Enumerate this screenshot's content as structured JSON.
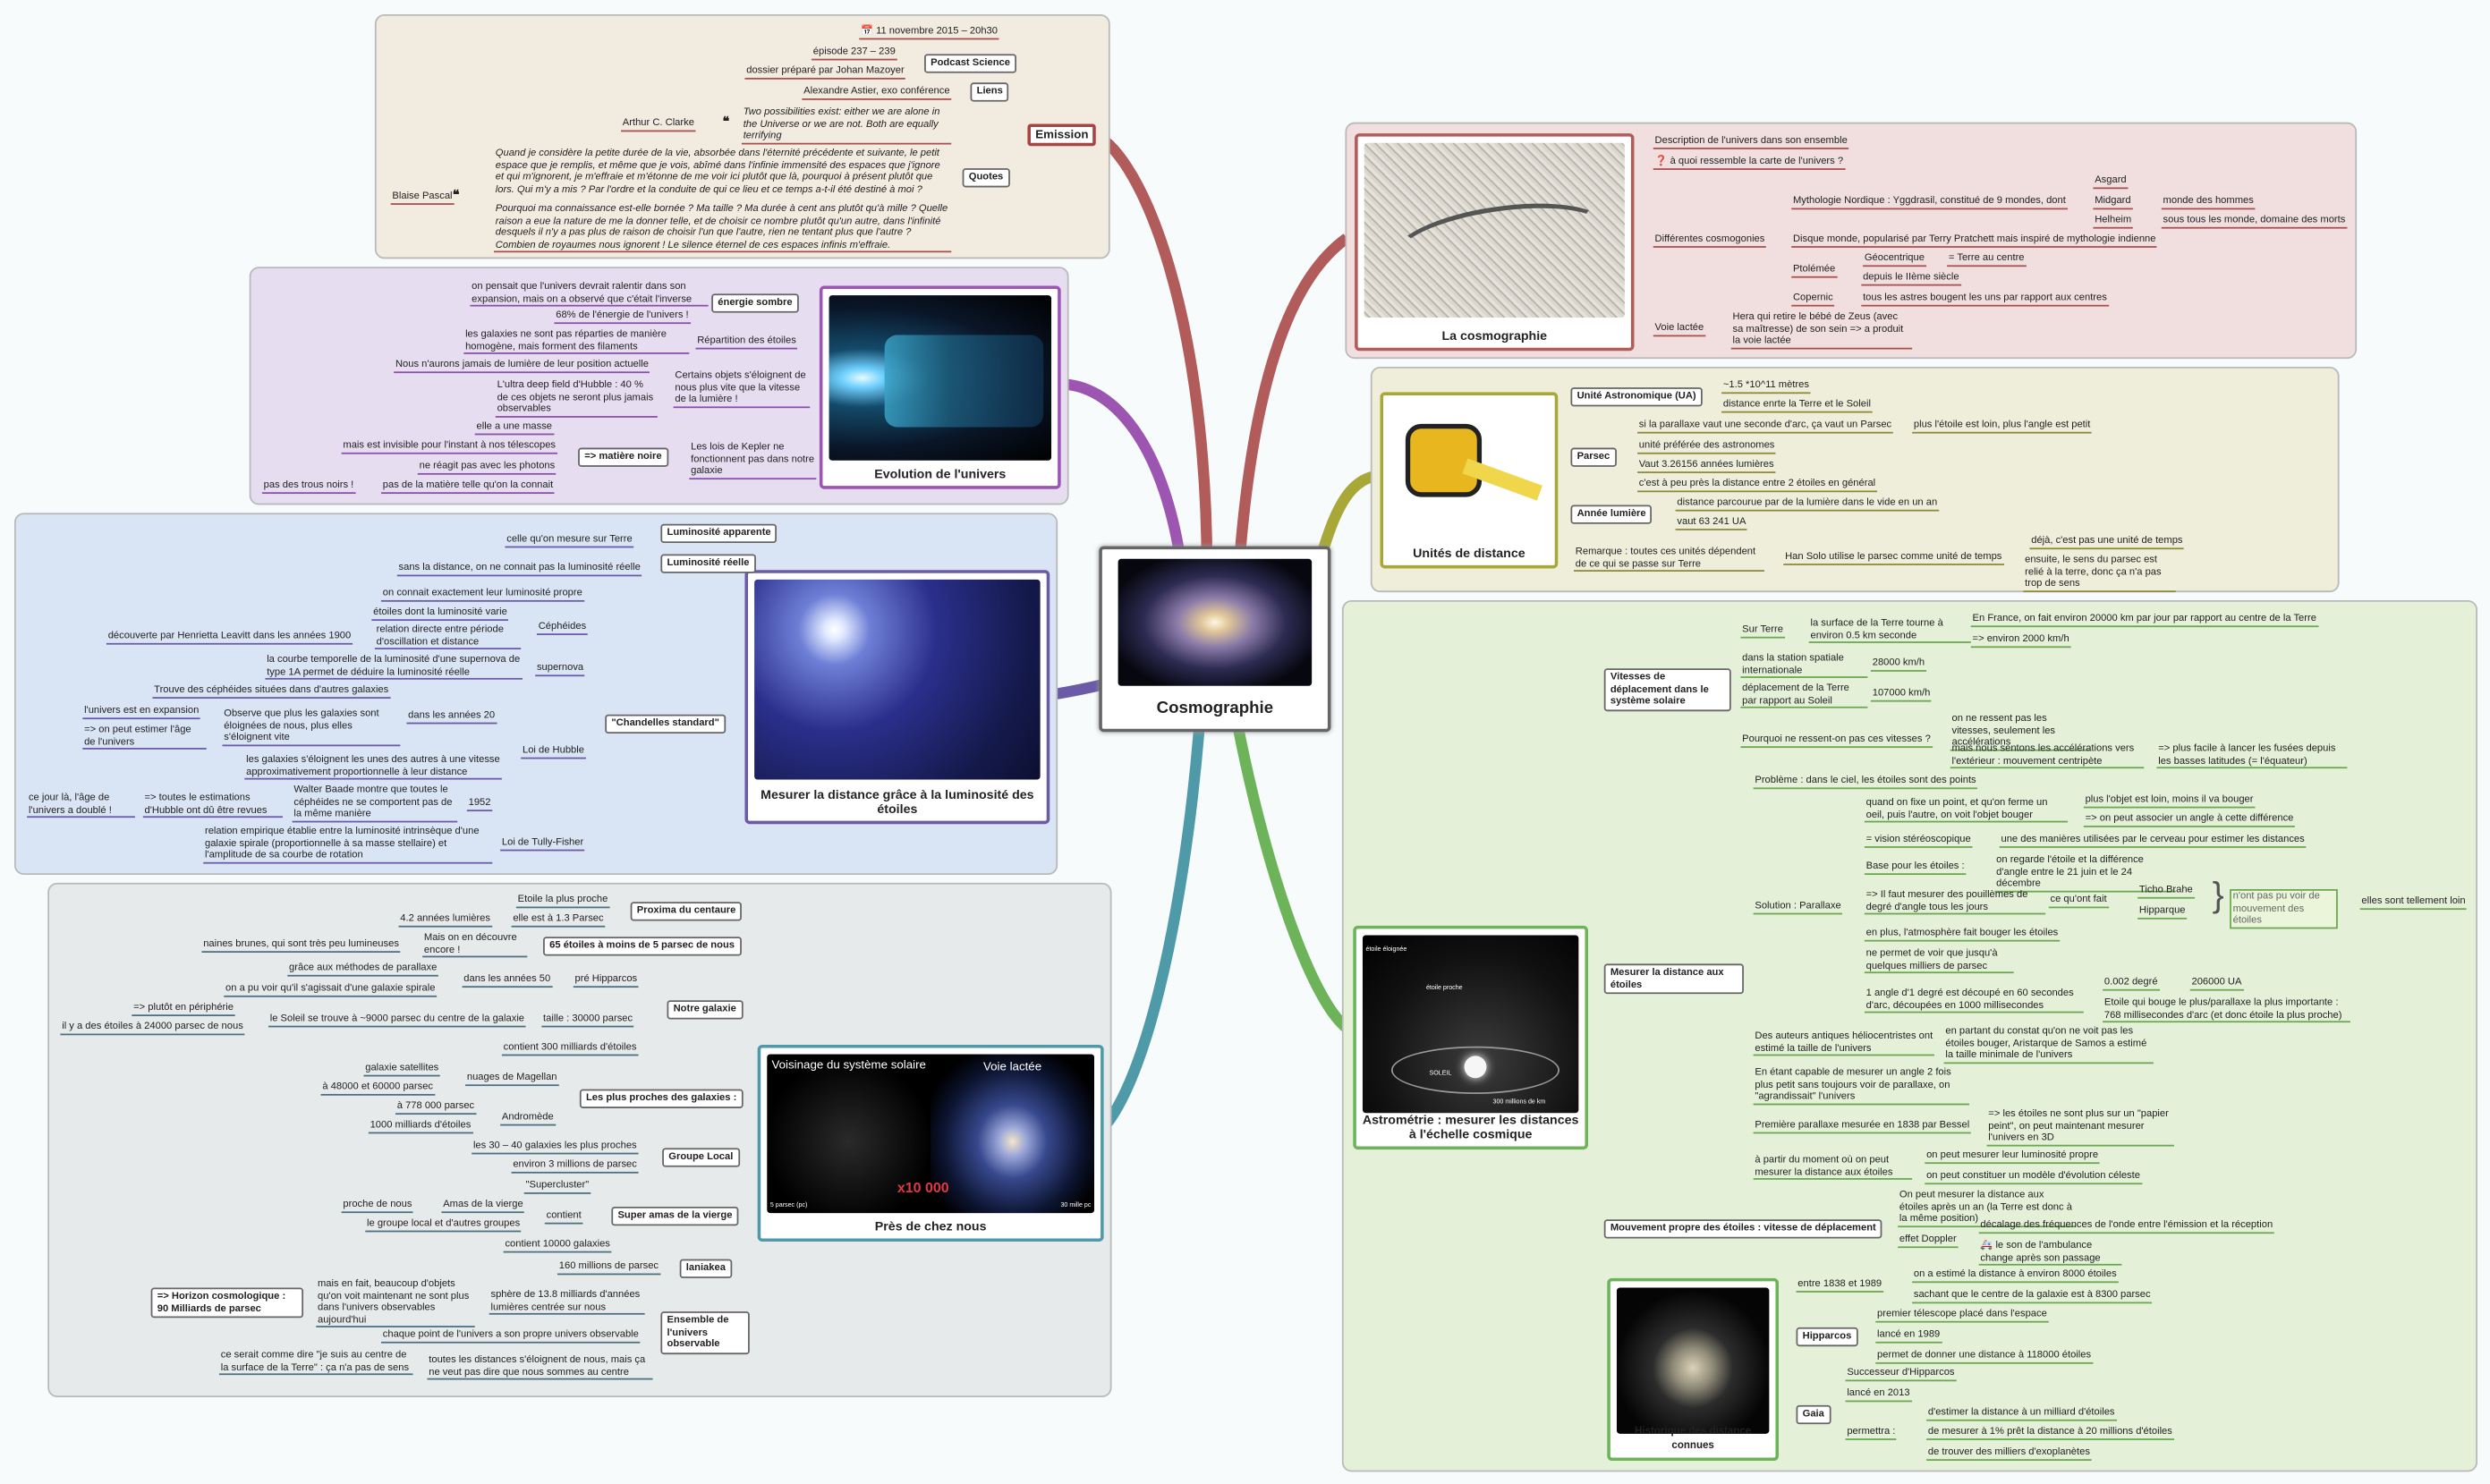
{
  "center": {
    "title": "Cosmographie"
  },
  "emission": {
    "label": "Emission",
    "date": "11 novembre 2015 – 20h30",
    "podcast_label": "Podcast Science",
    "episode": "épisode 237 – 239",
    "dossier": "dossier préparé par Johan Mazoyer",
    "liens_label": "Liens",
    "liens_item": "Alexandre Astier, exo conférence",
    "quotes_label": "Quotes",
    "clarke_author": "Arthur C. Clarke",
    "clarke_quote": "Two possibilities exist: either we are alone in the Universe or we are not. Both are equally terrifying",
    "pascal_author": "Blaise Pascal",
    "pascal_quote": "Quand je considère la petite durée de la vie, absorbée dans l'éternité précédente et suivante, le petit espace que je remplis, et même que je vois, abîmé dans l'infinie immensité des espaces que j'ignore et qui m'ignorent, je m'effraie et m'étonne de me voir ici plutôt que là, pourquoi à présent plutôt que lors. Qui m'y a mis ? Par l'ordre et la conduite de qui ce lieu et ce temps a-t-il été destiné à moi ?",
    "pascal_quote2": "Pourquoi ma connaissance est-elle bornée ? Ma taille ? Ma durée à cent ans plutôt qu'à mille ? Quelle raison a eue la nature de me la donner telle, et de choisir ce nombre plutôt qu'un autre, dans l'infinité desquels il n'y a pas plus de raison de choisir l'un que l'autre, rien ne tentant plus que l'autre ? Combien de royaumes nous ignorent ! Le silence éternel de ces espaces infinis m'effraie."
  },
  "evolution": {
    "title": "Evolution de l'univers",
    "energie_sombre": "énergie sombre",
    "es1": "on pensait que l'univers devrait ralentir dans son expansion, mais on a observé que c'était l'inverse",
    "es2": "68% de l'énergie de l'univers !",
    "repartition": "Répartition des étoiles",
    "rep1": "les galaxies ne sont pas réparties de manière homogène, mais forment des filaments",
    "rep2": "Nous n'aurons jamais de lumière de leur position actuelle",
    "certains": "Certains objets s'éloignent de nous plus vite que la vitesse de la lumière !",
    "hubble_deep": "L'ultra deep field d'Hubble : 40 % de ces objets ne seront plus jamais observables",
    "kepler": "Les lois de Kepler ne fonctionnent pas dans notre galaxie",
    "matiere_noire": "=> matière noire",
    "mn1": "elle a une masse",
    "mn2": "mais est invisible pour l'instant à nos télescopes",
    "mn3": "ne réagit pas avec les photons",
    "mn4a": "pas des trous noirs !",
    "mn4b": "pas de la matière telle qu'on la connait"
  },
  "luminosite": {
    "title": "Mesurer la distance grâce à la luminosité des étoiles",
    "apparente": "Luminosité apparente",
    "apparente_item": "celle qu'on mesure sur Terre",
    "reelle": "Luminosité réelle",
    "reelle_item": "sans la distance, on ne connait pas la luminosité réelle",
    "chandelles": "\"Chandelles standard\"",
    "c1": "on connait exactement leur luminosité propre",
    "cepheides": "Céphéides",
    "ce1": "étoiles dont la luminosité varie",
    "ce2": "relation directe entre période d'oscillation et distance",
    "ce3": "découverte par Henrietta Leavitt dans les années 1900",
    "supernova": "supernova",
    "sn1": "la courbe temporelle de la luminosité d'une supernova de type 1A permet de déduire la luminosité réelle",
    "hubble_law": "Loi de Hubble",
    "h1": "Trouve des céphéides situées dans d'autres galaxies",
    "h2": "dans les années 20",
    "h3": "Observe que plus les galaxies sont éloignées de nous, plus elles s'éloignent vite",
    "h4": "l'univers est en expansion",
    "h5": "=> on peut estimer l'âge de l'univers",
    "h6": "les galaxies s'éloignent les unes des autres à une vitesse approximativement proportionnelle à leur distance",
    "h7": "1952",
    "h8": "Walter Baade montre que toutes le céphéides ne se comportent pas de la même manière",
    "h9": "=> toutes le estimations d'Hubble ont dû être revues",
    "h10": "ce jour là, l'âge de l'univers a doublé !",
    "tully": "Loi de Tully-Fisher",
    "t1": "relation empirique établie entre la luminosité intrinsèque d'une galaxie spirale (proportionnelle à sa masse stellaire) et l'amplitude de sa courbe de rotation"
  },
  "proche": {
    "title": "Près de chez nous",
    "img_left": "Voisinage du système solaire",
    "img_right": "Voie lactée",
    "img_factor": "x10 000",
    "img_scale_l": "5 parsec (pc)",
    "img_scale_r": "30 mille pc",
    "proxima": "Proxima du centaure",
    "p1": "Etoile la plus proche",
    "p2": "elle est à 1.3 Parsec",
    "p3": "4.2 années lumières",
    "etoiles65": "65 étoiles à moins de 5 parsec de nous",
    "e1": "Mais on en découvre encore !",
    "e2": "naines brunes, qui sont très peu lumineuses",
    "galaxie": "Notre galaxie",
    "g1": "grâce aux méthodes de parallaxe",
    "g2": "pré Hipparcos",
    "g3": "dans les années 50",
    "g4": "on a pu voir qu'il s'agissait d'une galaxie spirale",
    "g5": "taille : 30000 parsec",
    "g6": "le Soleil se trouve à ~9000 parsec du centre de la galaxie",
    "g7": "=> plutôt en périphérie",
    "g8": "il y a des étoiles à 24000 parsec de nous",
    "g9": "contient 300 milliards d'étoiles",
    "plus_proches": "Les plus proches des galaxies :",
    "pp1": "galaxie satellites",
    "pp2": "nuages de Magellan",
    "pp3": "à 48000 et 60000 parsec",
    "pp4": "Andromède",
    "pp5": "à 778 000 parsec",
    "pp6": "1000 milliards d'étoiles",
    "local": "Groupe Local",
    "l1": "les 30 – 40 galaxies les plus proches",
    "l2": "environ 3 millions de parsec",
    "vierge": "Super amas de la vierge",
    "v1": "\"Supercluster\"",
    "v2": "contient",
    "v3": "Amas de la vierge",
    "v4": "proche de nous",
    "v5": "le groupe local et d'autres groupes",
    "v6": "contient 10000 galaxies",
    "laniakea": "laniakea",
    "la1": "160 millions de parsec",
    "ensemble": "Ensemble de l'univers observable",
    "u1": "sphère de 13.8 milliards d'années lumières centrée sur nous",
    "u2": "mais en fait, beaucoup d'objets qu'on voit maintenant ne sont plus dans l'univers observables aujourd'hui",
    "u3": "=> Horizon cosmologique : 90 Milliards de parsec",
    "u4": "chaque point de l'univers a son propre univers observable",
    "u5": "toutes les distances s'éloignent de nous, mais ça ne veut pas dire que nous sommes au centre",
    "u6": "ce serait comme dire \"je suis au centre de la surface de la Terre\" : ça n'a pas de sens"
  },
  "cosmo": {
    "title": "La cosmographie",
    "d1": "Description de l'univers dans son ensemble",
    "d2": "à quoi ressemble la carte de l'univers ?",
    "diff": "Différentes cosmogonies",
    "nordique": "Mythologie Nordique : Yggdrasil, constitué de 9 mondes, dont",
    "asgard": "Asgard",
    "midgard": "Midgard",
    "midgard_v": "monde des hommes",
    "helheim": "Helheim",
    "helheim_v": "sous tous les monde, domaine des morts",
    "disque": "Disque monde, popularisé par Terry Pratchett mais inspiré de mythologie indienne",
    "ptolemee": "Ptolémée",
    "geocentrique": "Géocentrique",
    "geo_v": "= Terre au centre",
    "depuis": "depuis le IIème siècle",
    "copernic": "Copernic",
    "copernic_v": "tous les astres bougent les uns par rapport aux centres",
    "voie": "Voie lactée",
    "voie_v": "Hera qui retire le bébé de Zeus (avec sa maîtresse) de son sein => a produit la voie lactée"
  },
  "unites": {
    "title": "Unités de distance",
    "ua": "Unité Astronomique (UA)",
    "ua1": "~1.5 *10^11 mètres",
    "ua2": "distance enrte la Terre et le Soleil",
    "parsec": "Parsec",
    "pa1": "si la parallaxe vaut une seconde d'arc, ça vaut un Parsec",
    "pa1b": "plus l'étoile est loin, plus l'angle est petit",
    "pa2": "unité préférée des astronomes",
    "pa3": "Vaut 3.26156 années lumières",
    "pa4": "c'est à peu près la distance entre 2 étoiles en général",
    "al": "Année lumière",
    "al1": "distance parcourue par de la lumière dans le vide en un an",
    "al2": "vaut 63 241 UA",
    "rem": "Remarque : toutes ces unités dépendent de ce qui se passe sur Terre",
    "solo": "Han Solo utilise le parsec comme unité de temps",
    "solo1": "déjà, c'est pas une unité de temps",
    "solo2": "ensuite, le sens du parsec est relié à la terre, donc ça n'a pas trop de sens"
  },
  "astro": {
    "title": "Astrométrie : mesurer les distances à l'échelle cosmique",
    "vitesses": "Vitesses de déplacement dans le système solaire",
    "sur_terre": "Sur Terre",
    "st1": "la surface de la Terre tourne à environ 0.5 km seconde",
    "st2": "En France, on fait environ 20000 km par jour par rapport au centre de la Terre",
    "st3": "=> environ 2000 km/h",
    "iss": "dans la station spatiale internationale",
    "iss_v": "28000 km/h",
    "depl": "déplacement de la Terre par rapport au Soleil",
    "depl_v": "107000 km/h",
    "pourquoi": "Pourquoi ne ressent-on pas ces vitesses ?",
    "pq1": "on ne ressent pas les vitesses, seulement les accélérations",
    "pq2": "mais nous sentons les accélérations vers l'extérieur : mouvement centripète",
    "pq3": "=> plus facile à lancer les fusées depuis les basses latitudes (= l'équateur)",
    "mesurer": "Mesurer la distance aux étoiles",
    "probleme": "Problème : dans le ciel, les étoiles sont des points",
    "solution": "Solution : Parallaxe",
    "s1": "quand on fixe un point, et qu'on ferme un oeil, puis l'autre, on voit l'objet bouger",
    "s1a": "plus l'objet est loin, moins il va bouger",
    "s1b": "=> on peut associer un angle à cette différence",
    "s2": "= vision stéréoscopique",
    "s2a": "une des manières utilisées par le cerveau pour estimer les distances",
    "s3": "Base pour les étoiles :",
    "s3a": "on regarde l'étoile et la différence d'angle entre le 21 juin et le 24 décembre",
    "s4": "=> Il faut mesurer des pouillèmes de degré d'angle tous les jours",
    "s4a": "ce qu'ont fait",
    "tycho": "Ticho Brahe",
    "hipparque": "Hipparque",
    "tycho_note": "n'ont pas pu voir de mouvement des étoiles",
    "tycho_note2": "elles sont tellement loin",
    "s5": "en plus, l'atmosphère fait bouger les étoiles",
    "s6": "ne permet de voir que jusqu'à quelques milliers de parsec",
    "s7": "1 angle d'1 degré est découpé en 60 secondes d'arc, découpées en 1000 millisecondes",
    "s7a": "0.002 degré",
    "s7b": "206000 UA",
    "s7c": "Etoile qui bouge le plus/parallaxe la plus importante : 768 millisecondes d'arc (et donc étoile la plus proche)",
    "helio": "Des auteurs antiques héliocentristes ont estimé la taille de l'univers",
    "helio_v": "en partant du constat qu'on ne voit pas les étoiles bouger, Aristarque de Samos a estimé la taille minimale de l'univers",
    "agrand": "En étant capable de mesurer un angle 2 fois plus petit sans toujours voir de parallaxe, on \"agrandissait\" l'univers",
    "bessel": "Première parallaxe mesurée en 1838 par Bessel",
    "bessel_v": "=> les étoiles ne sont plus sur un \"papier peint\", on peut maintenant mesurer l'univers en 3D",
    "partir": "à partir du moment où on peut mesurer la distance aux étoiles",
    "partir1": "on peut mesurer leur luminosité propre",
    "partir2": "on peut constituer un modèle d'évolution céleste",
    "mvt": "Mouvement propre des étoiles : vitesse de déplacement",
    "mvt1": "On peut mesurer la distance aux étoiles après un an (la Terre est donc à la même position)",
    "doppler": "effet Doppler",
    "dop1": "décalage des fréquences de l'onde entre l'émission et la réception",
    "dop2": "le son de l'ambulance change après son passage",
    "hist": "Historique des distance connues",
    "hh1": "entre 1838 et 1989",
    "hh1a": "on a estimé la distance à environ 8000 étoiles",
    "hh1b": "sachant que le centre de la galaxie est à 8300 parsec",
    "hipparcos": "Hipparcos",
    "hp1": "premier télescope placé dans l'espace",
    "hp2": "lancé en 1989",
    "hp3": "permet de donner une distance à 118000 étoiles",
    "gaia": "Gaia",
    "ga1": "Successeur d'Hipparcos",
    "ga2": "lancé en 2013",
    "ga3": "permettra :",
    "ga3a": "d'estimer la distance à un milliard d'étoiles",
    "ga3b": "de mesurer à 1% prêt la distance à 20 millions d'étoiles",
    "ga3c": "de trouver des milliers d'exoplanètes",
    "diagram_lbl1": "étoile éloignée",
    "diagram_lbl2": "étoile proche",
    "diagram_lbl3": "SOLEIL",
    "diagram_lbl4": "300 millions de km"
  },
  "colors": {
    "red": "#b25b5b",
    "purple": "#9c56b2",
    "blue": "#6b5aa8",
    "teal": "#4f9aa8",
    "olive": "#a8a838",
    "green": "#6db35a"
  }
}
